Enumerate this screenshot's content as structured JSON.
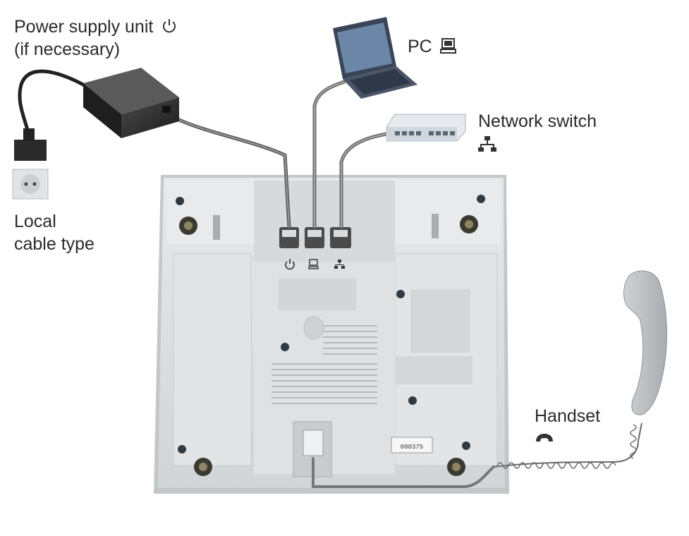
{
  "labels": {
    "power_supply_line1": "Power supply unit",
    "power_supply_line2": "(if necessary)",
    "pc": "PC",
    "network_switch": "Network switch",
    "local_cable_line1": "Local",
    "local_cable_line2": "cable type",
    "handset": "Handset",
    "serial_sticker": "000375"
  },
  "icons": {
    "power": "power-icon",
    "pc": "pc-icon",
    "network": "network-icon",
    "handset": "handset-icon"
  },
  "colors": {
    "phone_body": "#dcdedf",
    "phone_shadow": "#b9bcbe",
    "cable": "#6f6f6f",
    "psu": "#2b2b2b",
    "laptop": "#3d4a5c",
    "switch": "#cdd3d8"
  }
}
